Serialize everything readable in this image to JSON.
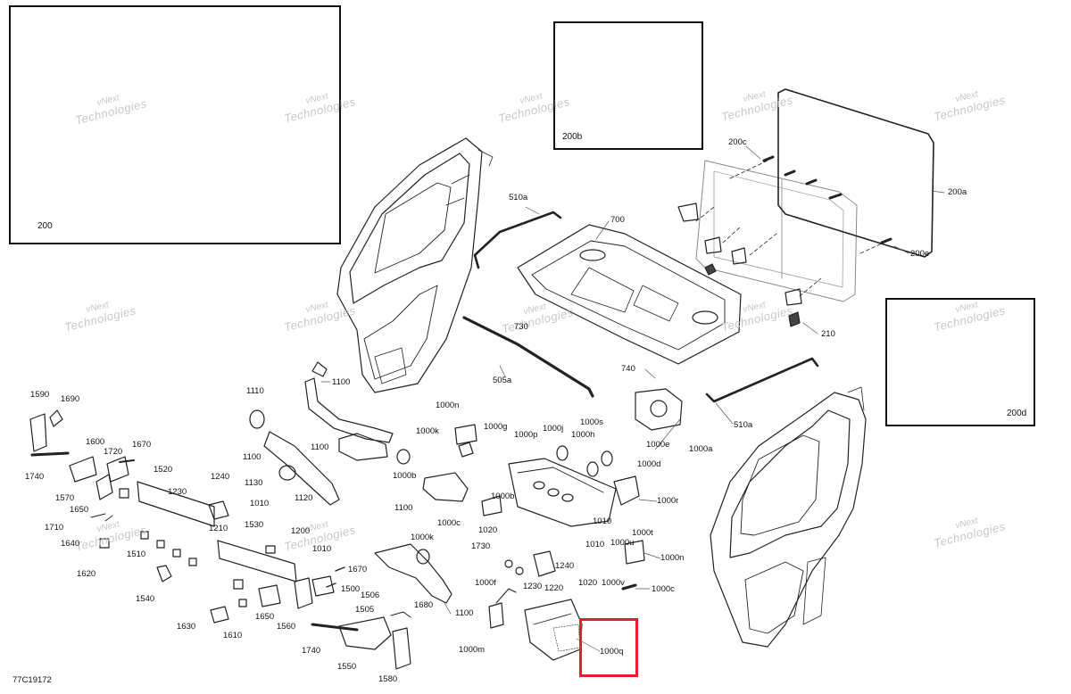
{
  "diagram": {
    "drawing_code": "77C19172",
    "highlight_color": "#e0202a",
    "highlighted_part": "1000q",
    "watermark_line1": "vNext",
    "watermark_line2": "Technologies",
    "watermark_text": "vNext Technologies",
    "insets": [
      {
        "id": "200",
        "label": "200"
      },
      {
        "id": "200b",
        "label": "200b"
      },
      {
        "id": "200d",
        "label": "200d"
      }
    ],
    "callouts": [
      {
        "id": "c510a_top",
        "label": "510a"
      },
      {
        "id": "c700",
        "label": "700"
      },
      {
        "id": "c200c",
        "label": "200c"
      },
      {
        "id": "c200a",
        "label": "200a"
      },
      {
        "id": "c200e",
        "label": "200e"
      },
      {
        "id": "c210",
        "label": "210"
      },
      {
        "id": "c730",
        "label": "730"
      },
      {
        "id": "c505a",
        "label": "505a"
      },
      {
        "id": "c740",
        "label": "740"
      },
      {
        "id": "c510a_bottom",
        "label": "510a"
      },
      {
        "id": "c1100_a",
        "label": "1100"
      },
      {
        "id": "c1110",
        "label": "1110"
      },
      {
        "id": "c1100_b",
        "label": "1100"
      },
      {
        "id": "c1100_c",
        "label": "1100"
      },
      {
        "id": "c1590",
        "label": "1590"
      },
      {
        "id": "c1690",
        "label": "1690"
      },
      {
        "id": "c1600",
        "label": "1600"
      },
      {
        "id": "c1670_a",
        "label": "1670"
      },
      {
        "id": "c1720",
        "label": "1720"
      },
      {
        "id": "c1740_a",
        "label": "1740"
      },
      {
        "id": "c1520",
        "label": "1520"
      },
      {
        "id": "c1570",
        "label": "1570"
      },
      {
        "id": "c1650_a",
        "label": "1650"
      },
      {
        "id": "c1230_a",
        "label": "1230"
      },
      {
        "id": "c1240_a",
        "label": "1240"
      },
      {
        "id": "c1130",
        "label": "1130"
      },
      {
        "id": "c1120",
        "label": "1120"
      },
      {
        "id": "c1010_a",
        "label": "1010"
      },
      {
        "id": "c1210",
        "label": "1210"
      },
      {
        "id": "c1530",
        "label": "1530"
      },
      {
        "id": "c1710",
        "label": "1710"
      },
      {
        "id": "c1640",
        "label": "1640"
      },
      {
        "id": "c1510",
        "label": "1510"
      },
      {
        "id": "c1620",
        "label": "1620"
      },
      {
        "id": "c1200",
        "label": "1200"
      },
      {
        "id": "c1010_b",
        "label": "1010"
      },
      {
        "id": "c1540",
        "label": "1540"
      },
      {
        "id": "c1670_b",
        "label": "1670"
      },
      {
        "id": "c1500",
        "label": "1500"
      },
      {
        "id": "c1506",
        "label": "1506"
      },
      {
        "id": "c1505",
        "label": "1505"
      },
      {
        "id": "c1630",
        "label": "1630"
      },
      {
        "id": "c1610",
        "label": "1610"
      },
      {
        "id": "c1650_b",
        "label": "1650"
      },
      {
        "id": "c1560",
        "label": "1560"
      },
      {
        "id": "c1680",
        "label": "1680"
      },
      {
        "id": "c1740_b",
        "label": "1740"
      },
      {
        "id": "c1550",
        "label": "1550"
      },
      {
        "id": "c1580",
        "label": "1580"
      },
      {
        "id": "c1000n_a",
        "label": "1000n"
      },
      {
        "id": "c1000k_a",
        "label": "1000k"
      },
      {
        "id": "c1000g",
        "label": "1000g"
      },
      {
        "id": "c1000p",
        "label": "1000p"
      },
      {
        "id": "c1000j",
        "label": "1000j"
      },
      {
        "id": "c1000s",
        "label": "1000s"
      },
      {
        "id": "c1000h",
        "label": "1000h"
      },
      {
        "id": "c1000e",
        "label": "1000e"
      },
      {
        "id": "c1000a",
        "label": "1000a"
      },
      {
        "id": "c1000d",
        "label": "1000d"
      },
      {
        "id": "c1000b_a",
        "label": "1000b"
      },
      {
        "id": "c1000b_b",
        "label": "1000b"
      },
      {
        "id": "c1100_d",
        "label": "1100"
      },
      {
        "id": "c1000c_a",
        "label": "1000c"
      },
      {
        "id": "c1000r",
        "label": "1000r"
      },
      {
        "id": "c1010_c",
        "label": "1010"
      },
      {
        "id": "c1020_a",
        "label": "1020"
      },
      {
        "id": "c1000t",
        "label": "1000t"
      },
      {
        "id": "c1000k_b",
        "label": "1000k"
      },
      {
        "id": "c1730",
        "label": "1730"
      },
      {
        "id": "c1010_d",
        "label": "1010"
      },
      {
        "id": "c1000u",
        "label": "1000u"
      },
      {
        "id": "c1240_b",
        "label": "1240"
      },
      {
        "id": "c1000n_b",
        "label": "1000n"
      },
      {
        "id": "c1000f",
        "label": "1000f"
      },
      {
        "id": "c1230_b",
        "label": "1230"
      },
      {
        "id": "c1220",
        "label": "1220"
      },
      {
        "id": "c1020_b",
        "label": "1020"
      },
      {
        "id": "c1000v",
        "label": "1000v"
      },
      {
        "id": "c1000c_b",
        "label": "1000c"
      },
      {
        "id": "c1100_e",
        "label": "1100"
      },
      {
        "id": "c1000m",
        "label": "1000m"
      },
      {
        "id": "c1000q",
        "label": "1000q"
      }
    ]
  }
}
